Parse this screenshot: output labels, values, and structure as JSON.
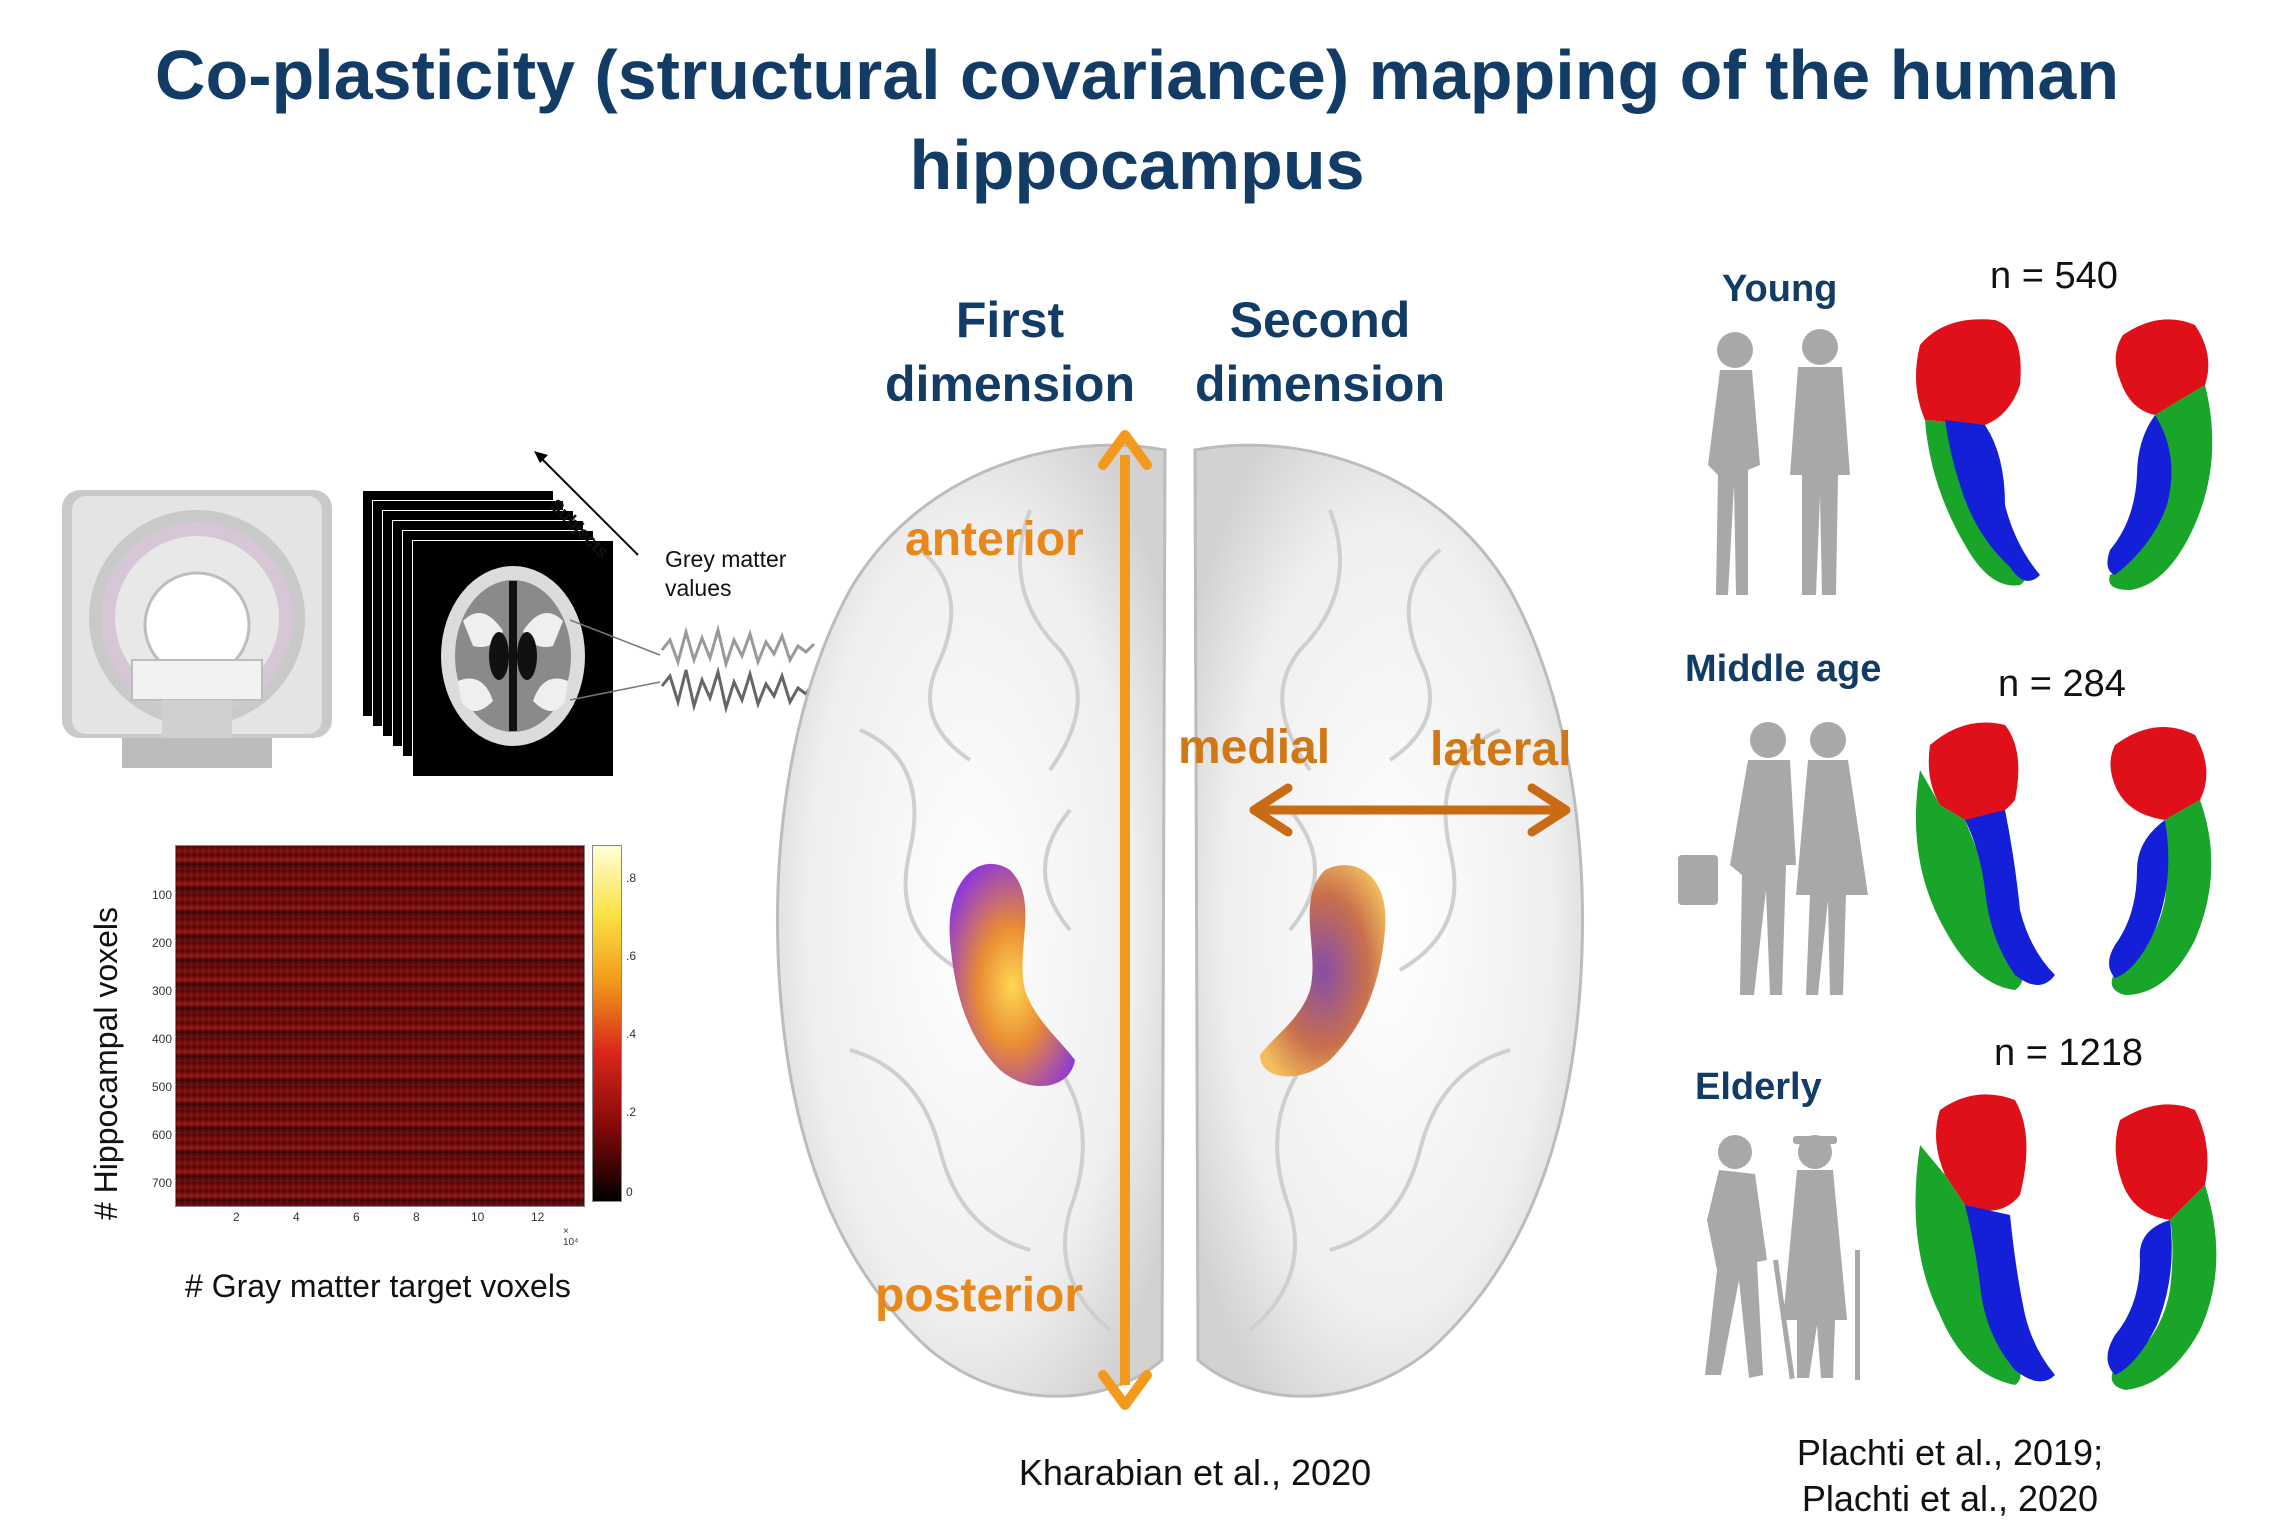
{
  "title": "Co-plasticity (structural covariance) mapping of the human hippocampus",
  "left": {
    "subjects_label": "Subjects",
    "grey_matter_label": "Grey matter values",
    "matrix": {
      "ylabel": "# Hippocampal voxels",
      "xlabel": "# Gray matter target voxels",
      "ytick_labels": [
        "100",
        "200",
        "300",
        "400",
        "500",
        "600",
        "700"
      ],
      "xtick_labels": [
        "2",
        "4",
        "6",
        "8",
        "10",
        "12"
      ],
      "x_exponent": "× 10⁴",
      "colorbar_ticks": [
        ".8",
        ".6",
        ".4",
        ".2",
        "0"
      ]
    }
  },
  "center": {
    "first_dimension": "First dimension",
    "second_dimension": "Second dimension",
    "anterior": "anterior",
    "posterior": "posterior",
    "medial": "medial",
    "lateral": "lateral",
    "citation": "Kharabian et al., 2020"
  },
  "right": {
    "groups": [
      {
        "label": "Young",
        "n": "n = 540"
      },
      {
        "label": "Middle age",
        "n": "n = 284"
      },
      {
        "label": "Elderly",
        "n": "n = 1218"
      }
    ],
    "citation_line1": "Plachti et al., 2019;",
    "citation_line2": "Plachti et al., 2020"
  },
  "colors": {
    "title": "#123c66",
    "arrow": "#e8871a",
    "parcel_red": "#e0101a",
    "parcel_green": "#19a52a",
    "parcel_blue": "#1420d8"
  }
}
